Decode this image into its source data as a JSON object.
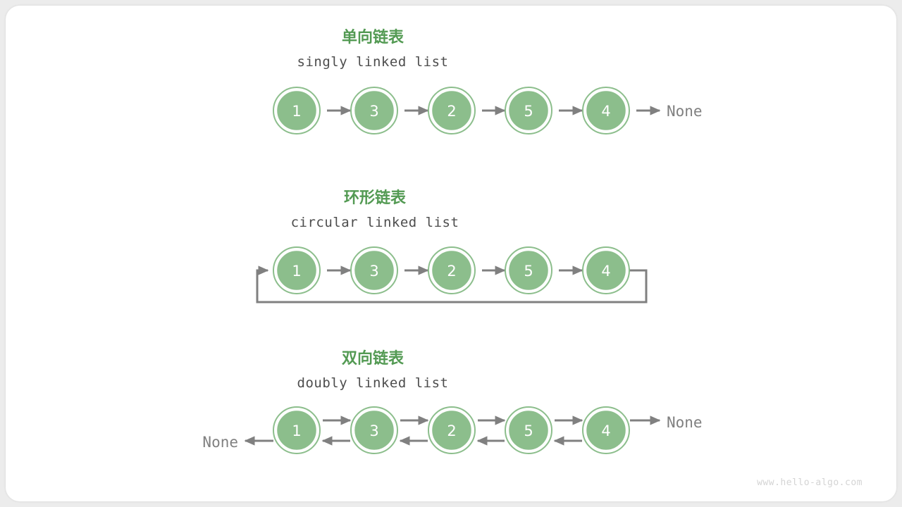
{
  "figure": {
    "watermark": "www.hello-algo.com",
    "background_color": "#ececec",
    "card_color": "#ffffff",
    "node_color": "#8cbe8c",
    "title_color": "#539a53",
    "arrow_color": "#808080",
    "text_color": "#4d4d4d"
  },
  "sections": [
    {
      "id": "singly",
      "title_cn": "单向链表",
      "title_en": "singly linked list",
      "nodes": [
        "1",
        "3",
        "2",
        "5",
        "4"
      ],
      "tail_terminator": "None",
      "head_terminator": null,
      "circular": false,
      "bidirectional": false
    },
    {
      "id": "circular",
      "title_cn": "环形链表",
      "title_en": "circular linked list",
      "nodes": [
        "1",
        "3",
        "2",
        "5",
        "4"
      ],
      "tail_terminator": null,
      "head_terminator": null,
      "circular": true,
      "bidirectional": false
    },
    {
      "id": "doubly",
      "title_cn": "双向链表",
      "title_en": "doubly linked list",
      "nodes": [
        "1",
        "3",
        "2",
        "5",
        "4"
      ],
      "tail_terminator": "None",
      "head_terminator": "None",
      "circular": false,
      "bidirectional": true
    }
  ]
}
